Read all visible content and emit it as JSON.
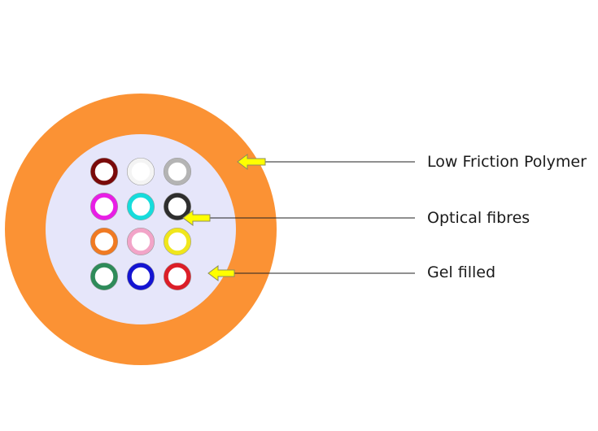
{
  "labels": {
    "outer": "Low Friction Polymer",
    "fibres": "Optical fibres",
    "gel": "Gel filled"
  },
  "colors": {
    "outer_jacket": "#fb9234",
    "gel_interior": "#e6e6fa",
    "arrow_fill": "#ffff00",
    "arrow_stroke": "#8c8c5a",
    "leader_line": "#222222",
    "fibres": [
      [
        "#7a0a0a",
        "#f4f4f4",
        "#b4b4b4"
      ],
      [
        "#e81ee6",
        "#16dcdc",
        "#2e2e2e"
      ],
      [
        "#f07a23",
        "#f2a4c8",
        "#f0e61c"
      ],
      [
        "#2e8b5a",
        "#1414d2",
        "#dc1e28"
      ]
    ]
  }
}
